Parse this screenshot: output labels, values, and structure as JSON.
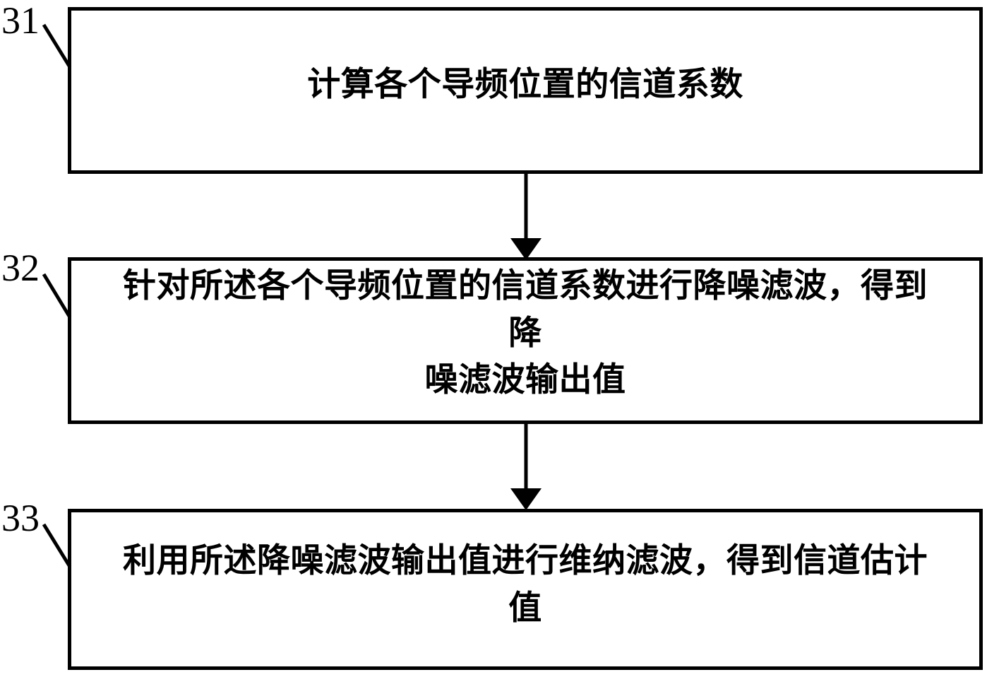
{
  "diagram": {
    "type": "flowchart",
    "orientation": "vertical",
    "background_color": "#ffffff",
    "line_color": "#000000",
    "steps": [
      {
        "ref": "31",
        "text": "计算各个导频位置的信道系数",
        "lines": [
          "计算各个导频位置的信道系数"
        ]
      },
      {
        "ref": "32",
        "text": "针对所述各个导频位置的信道系数进行降噪滤波，得到降\n噪滤波输出值",
        "lines": [
          "针对所述各个导频位置的信道系数进行降噪滤波，得到降",
          "噪滤波输出值"
        ]
      },
      {
        "ref": "33",
        "text": "利用所述降噪滤波输出值进行维纳滤波，得到信道估计值",
        "lines": [
          "利用所述降噪滤波输出值进行维纳滤波，得到信道估计值"
        ]
      }
    ],
    "connectors": [
      {
        "from_ref": "31",
        "to_ref": "32",
        "arrowhead": "solid-triangle-down"
      },
      {
        "from_ref": "32",
        "to_ref": "33",
        "arrowhead": "solid-triangle-down"
      }
    ],
    "leaders": [
      {
        "ref": "31"
      },
      {
        "ref": "32"
      },
      {
        "ref": "33"
      }
    ]
  }
}
